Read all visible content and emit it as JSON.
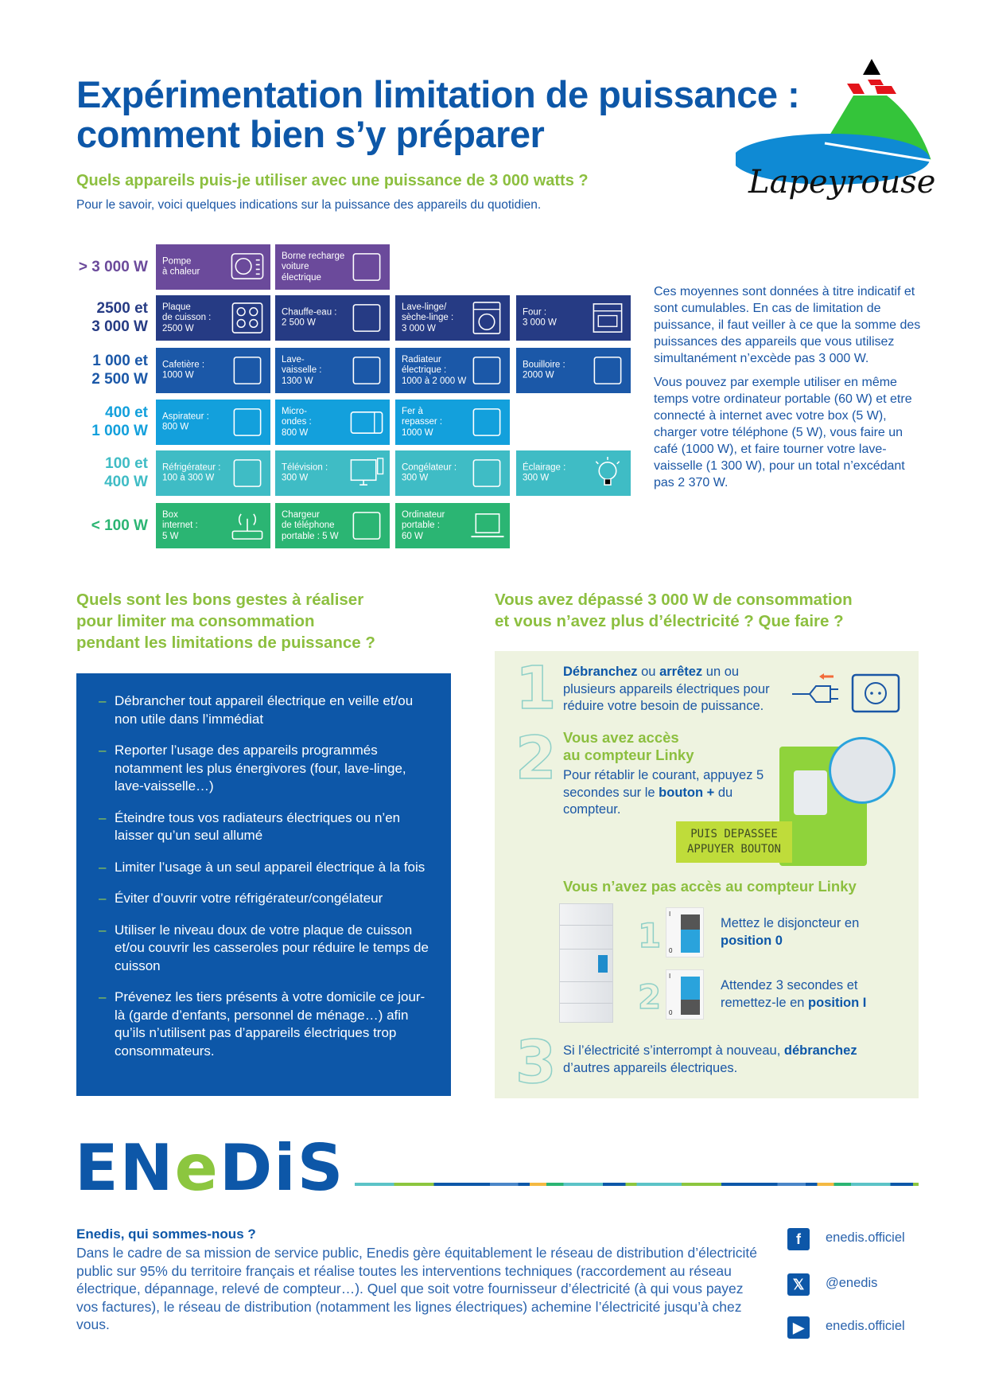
{
  "header": {
    "title": "Expérimentation limitation de puissance :\ncomment bien s’y préparer",
    "subtitle": "Quels appareils puis-je utiliser avec une puissance de 3 000 watts ?",
    "intro": "Pour le savoir, voici quelques indications sur la puissance des appareils du quotidien.",
    "logo_text": "Lapeyrouse"
  },
  "grid": {
    "rows": [
      {
        "label": "> 3 000 W",
        "color": "#6b4a9b",
        "tiles": [
          {
            "text": "Pompe\nà chaleur",
            "icon": "heat-pump-icon"
          },
          {
            "text": "Borne recharge\nvoiture\nélectrique",
            "icon": "ev-charger-icon"
          }
        ]
      },
      {
        "label": "2500 et\n3 000 W",
        "color": "#263b84",
        "tiles": [
          {
            "text": "Plaque\nde cuisson :\n2500 W",
            "icon": "cooktop-icon"
          },
          {
            "text": "Chauffe-eau :\n2 500 W",
            "icon": "water-heater-icon"
          },
          {
            "text": "Lave-linge/\nsèche-linge :\n3 000 W",
            "icon": "washing-machine-icon"
          },
          {
            "text": "Four :\n3 000 W",
            "icon": "oven-icon"
          }
        ]
      },
      {
        "label": "1 000 et\n2 500 W",
        "color": "#1b58a8",
        "tiles": [
          {
            "text": "Cafetière :\n1000 W",
            "icon": "coffee-maker-icon"
          },
          {
            "text": "Lave-\nvaisselle :\n1300 W",
            "icon": "dishwasher-icon"
          },
          {
            "text": "Radiateur\nélectrique :\n1000 à 2 000 W",
            "icon": "radiator-icon"
          },
          {
            "text": "Bouilloire :\n2000 W",
            "icon": "kettle-icon"
          }
        ]
      },
      {
        "label": "400 et\n1 000 W",
        "color": "#13a0dc",
        "tiles": [
          {
            "text": "Aspirateur :\n800 W",
            "icon": "vacuum-icon"
          },
          {
            "text": "Micro-\nondes :\n800 W",
            "icon": "microwave-icon"
          },
          {
            "text": "Fer à\nrepasser :\n1000 W",
            "icon": "iron-icon"
          }
        ]
      },
      {
        "label": "100 et\n400 W",
        "color": "#3fbcc5",
        "tiles": [
          {
            "text": "Réfrigérateur :\n100 à 300 W",
            "icon": "fridge-icon"
          },
          {
            "text": "Télévision :\n300 W",
            "icon": "tv-icon"
          },
          {
            "text": "Congélateur :\n300 W",
            "icon": "freezer-icon"
          },
          {
            "text": "Éclairage :\n300 W",
            "icon": "lightbulb-icon"
          }
        ]
      },
      {
        "label": "< 100 W",
        "color": "#2bb573",
        "tiles": [
          {
            "text": "Box\ninternet :\n5 W",
            "icon": "router-icon"
          },
          {
            "text": "Chargeur\nde téléphone\nportable : 5 W",
            "icon": "phone-charger-icon"
          },
          {
            "text": "Ordinateur\nportable :\n60 W",
            "icon": "laptop-icon"
          }
        ]
      }
    ]
  },
  "note": {
    "p1": "Ces moyennes sont données à titre indicatif et sont cumulables. En cas de limitation de puissance, il faut veiller à ce que la somme des puissances des appareils que vous utilisez simultanément n’excède pas 3 000 W.",
    "p2": "Vous pouvez par exemple utiliser en même temps votre ordinateur portable (60 W) et etre connecté à internet avec votre box (5 W), charger votre téléphone (5 W), vous faire un café (1000 W), et faire tourner votre lave-vaisselle (1 300 W), pour un total n’excédant pas 2 370 W."
  },
  "gestures": {
    "heading": "Quels sont les bons gestes à réaliser\npour limiter ma consommation\npendant les limitations de puissance ?",
    "bullet": "–",
    "items": [
      "Débrancher tout appareil électrique en veille et/ou non utile dans l’immédiat",
      "Reporter l’usage des appareils programmés notamment les plus énergivores (four, lave-linge, lave-vaisselle…)",
      "Éteindre tous vos radiateurs électriques ou n’en laisser qu’un seul allumé",
      "Limiter l’usage à un seul appareil électrique à la fois",
      "Éviter d’ouvrir votre réfrigérateur/congélateur",
      "Utiliser le niveau doux de votre plaque de cuisson et/ou couvrir les casseroles pour réduire le temps de cuisson",
      "Prévenez les tiers présents à votre domicile ce jour-là (garde d’enfants, personnel de ménage…) afin qu’ils n’utilisent pas d’appareils électriques trop consommateurs."
    ]
  },
  "exceeded": {
    "heading": "Vous avez dépassé 3 000 W de consommation\net vous n’avez plus d’électricité ? Que faire ?",
    "step1": {
      "num": "1",
      "b1": "Débranchez",
      "t1": " ou ",
      "b2": "arrêtez",
      "t2": " un ou plusieurs appareils électriques pour réduire votre besoin de puissance."
    },
    "step2": {
      "num": "2",
      "heading": "Vous avez accès\nau compteur Linky",
      "t1": "Pour rétablir le courant, appuyez 5 secondes sur le ",
      "b1": "bouton +",
      "t2": " du compteur.",
      "lcd1": "PUIS DEPASSEE",
      "lcd2": "APPUYER BOUTON"
    },
    "no_linky": {
      "heading": "Vous n’avez pas accès au compteur Linky",
      "s1": {
        "num": "1",
        "t1": "Mettez le disjoncteur en ",
        "b1": "position 0"
      },
      "s2": {
        "num": "2",
        "t1": "Attendez 3 secondes et remettez-le en ",
        "b1": "position I"
      },
      "switch_top": "I",
      "switch_bottom": "0"
    },
    "step3": {
      "num": "3",
      "t1": "Si l’électricité s’interrompt à nouveau, ",
      "b1": "débranchez",
      "t2": " d’autres appareils électriques."
    }
  },
  "footer": {
    "logo": {
      "a": "EN",
      "b": "e",
      "c": "DiS"
    },
    "heading": "Enedis, qui sommes-nous ?",
    "body": "Dans le cadre de sa mission de service public, Enedis gère équitablement le réseau de distribution d’électricité public sur 95% du territoire français et réalise toutes les interventions techniques (raccordement au réseau électrique, dépannage, relevé de compteur…). Quel que soit votre fournisseur d’électricité (à qui vous payez vos factures), le réseau de distribution (notamment les lignes électriques) achemine l’électricité jusqu’à chez vous.",
    "social": [
      {
        "icon": "facebook-icon",
        "glyph": "f",
        "handle": "enedis.officiel"
      },
      {
        "icon": "x-icon",
        "glyph": "𝕏",
        "handle": "@enedis"
      },
      {
        "icon": "youtube-icon",
        "glyph": "▶",
        "handle": "enedis.officiel"
      }
    ]
  },
  "colors": {
    "brand_blue": "#0d57a8",
    "brand_green": "#8cbf3f",
    "panel_bg": "#eef3e0"
  }
}
